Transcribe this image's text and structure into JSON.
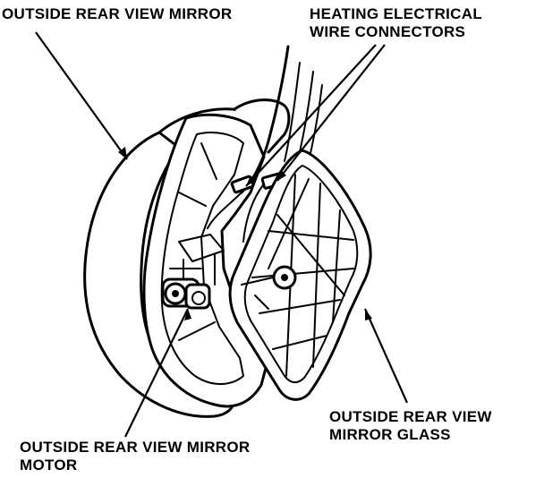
{
  "labels": {
    "mirror": "OUTSIDE REAR VIEW MIRROR",
    "connectors_line1": "HEATING ELECTRICAL",
    "connectors_line2": "WIRE CONNECTORS",
    "glass_line1": "OUTSIDE REAR VIEW",
    "glass_line2": "MIRROR GLASS",
    "motor_line1": "OUTSIDE REAR VIEW MIRROR",
    "motor_line2": "MOTOR"
  },
  "colors": {
    "ink": "#000000",
    "paper": "#ffffff"
  }
}
